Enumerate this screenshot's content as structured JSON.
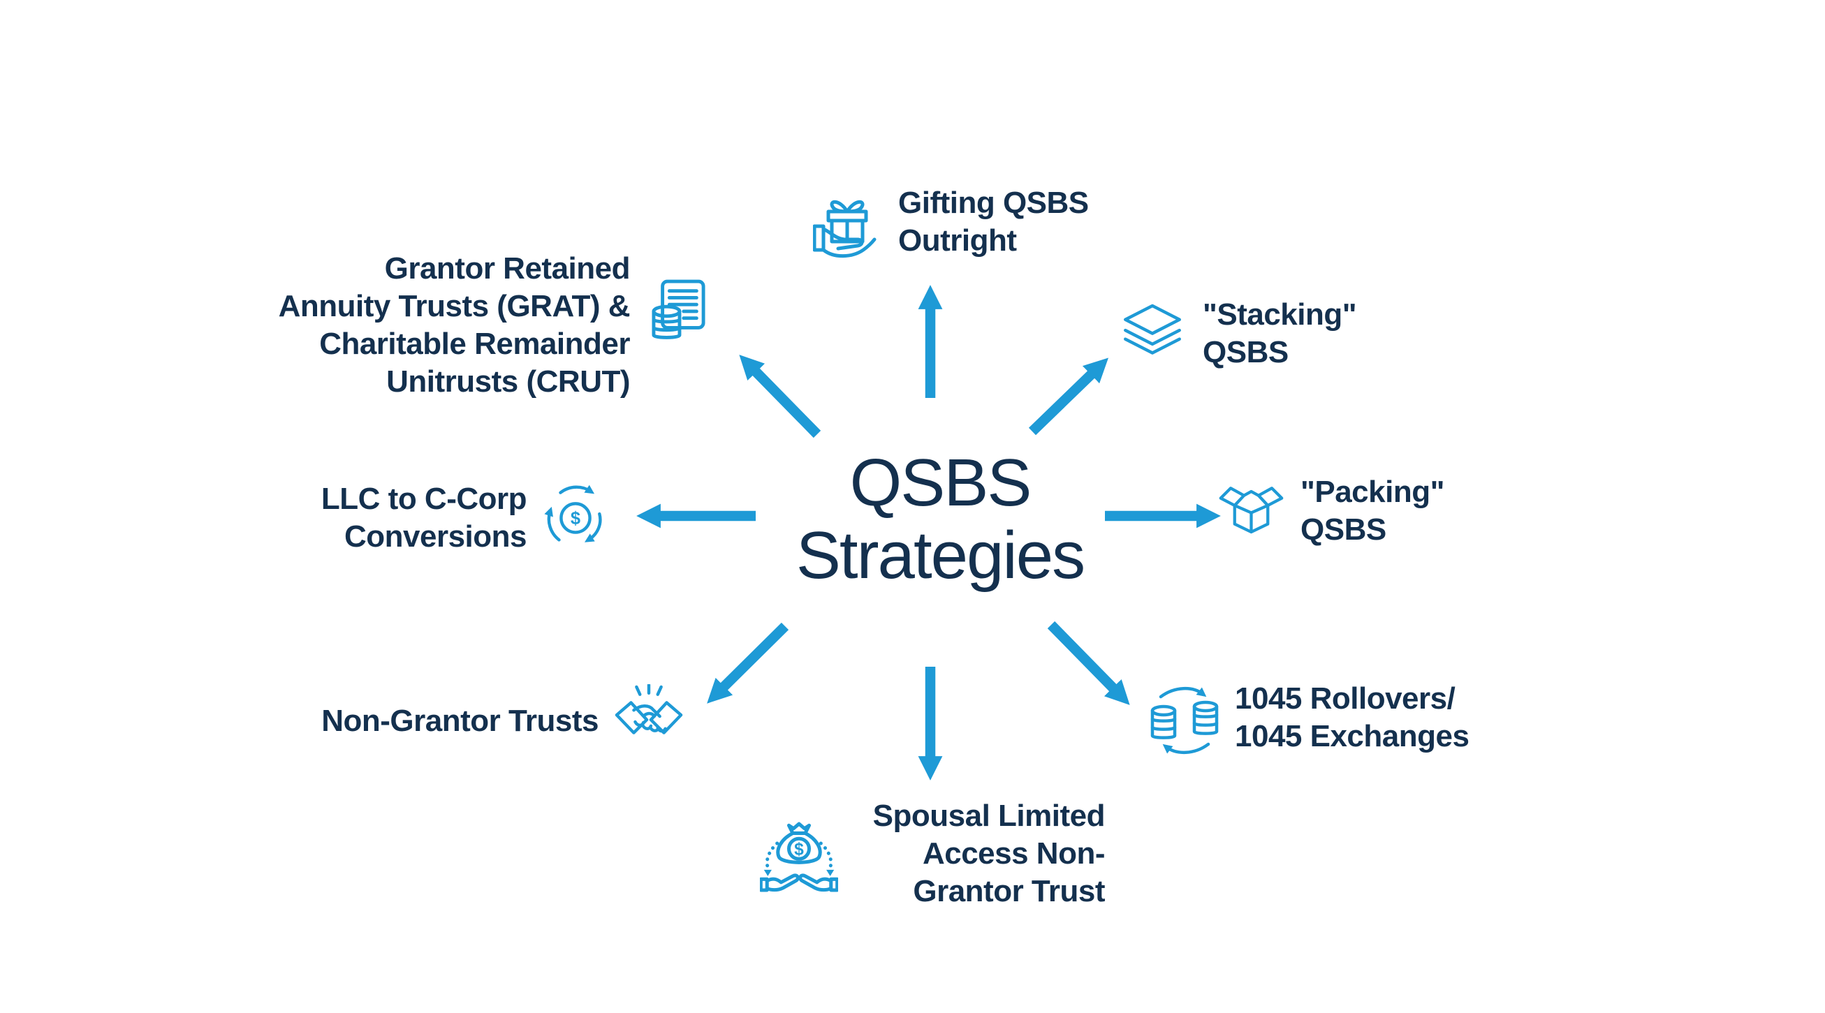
{
  "title": "QSBS Strategies",
  "colors": {
    "accent": "#1E9AD6",
    "navy": "#14304E",
    "background": "#FFFFFF"
  },
  "glyphs": {
    "dollar": "$"
  },
  "strategies": [
    {
      "id": "gifting-qsbs-outright",
      "label": "Gifting QSBS\nOutright",
      "icon": "gift-in-hand",
      "position": "top"
    },
    {
      "id": "stacking-qsbs",
      "label": "\"Stacking\"\nQSBS",
      "icon": "stacked-layers",
      "position": "top-right"
    },
    {
      "id": "packing-qsbs",
      "label": "\"Packing\"\nQSBS",
      "icon": "open-box",
      "position": "right"
    },
    {
      "id": "1045-rollovers-1045-exchanges",
      "label": "1045 Rollovers/\n1045 Exchanges",
      "icon": "coins-exchange",
      "position": "bottom-right"
    },
    {
      "id": "spousal-limited-access-non-grantor-trust",
      "label": "Spousal Limited\nAccess Non-\nGrantor Trust",
      "icon": "money-bag-hands",
      "position": "bottom"
    },
    {
      "id": "non-grantor-trusts",
      "label": "Non-Grantor Trusts",
      "icon": "handshake",
      "position": "bottom-left"
    },
    {
      "id": "llc-to-c-corp-conversions",
      "label": "LLC to C-Corp\nConversions",
      "icon": "dollar-conversion-cycle",
      "position": "left"
    },
    {
      "id": "grat-and-crut",
      "label": "Grantor Retained\nAnnuity Trusts (GRAT) &\nCharitable Remainder\nUnitrusts (CRUT)",
      "icon": "document-coins",
      "position": "top-left"
    }
  ]
}
